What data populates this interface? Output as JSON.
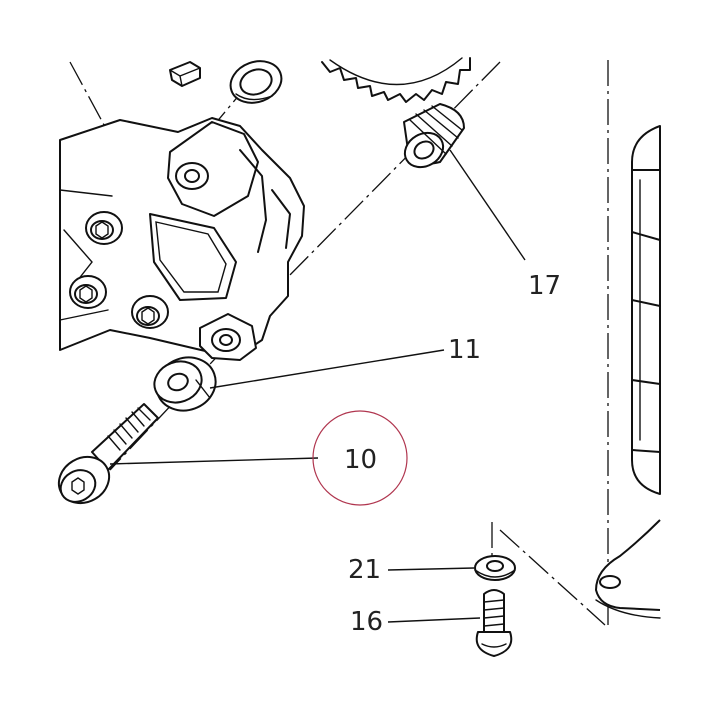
{
  "callouts": {
    "part_10": "10",
    "part_11": "11",
    "part_16": "16",
    "part_17": "17",
    "part_21": "21"
  },
  "highlight": {
    "part": "10",
    "color": "#b0364f"
  }
}
